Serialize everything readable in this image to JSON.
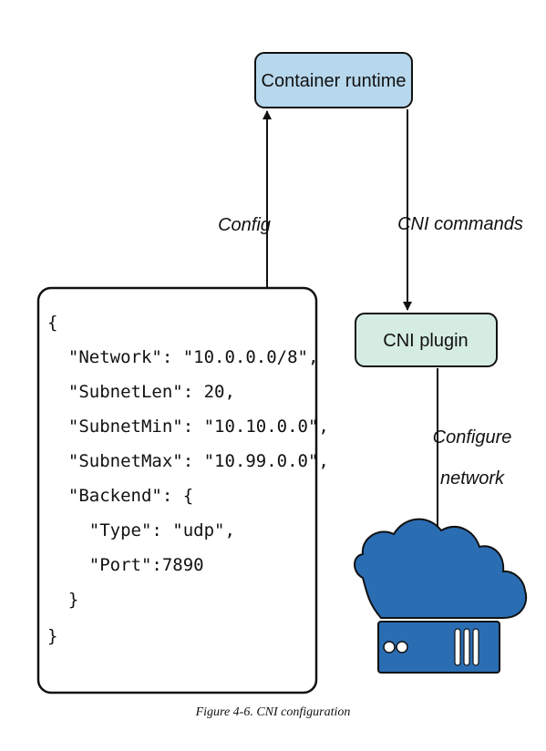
{
  "nodes": {
    "container_runtime": {
      "label": "Container runtime",
      "fill": "#b7d7ec"
    },
    "cni_plugin": {
      "label": "CNI plugin",
      "fill": "#d5ece2"
    }
  },
  "edges": {
    "config": {
      "label": "Config"
    },
    "cni_commands": {
      "label": "CNI commands"
    },
    "configure_network": {
      "label_line1": "Configure",
      "label_line2": "network"
    }
  },
  "config_box": {
    "lines": [
      "{",
      "  \"Network\": \"10.0.0.0/8\",",
      "  \"SubnetLen\": 20,",
      "  \"SubnetMin\": \"10.10.0.0\",",
      "  \"SubnetMax\": \"10.99.0.0\",",
      "  \"Backend\": {",
      "    \"Type\": \"udp\",",
      "    \"Port\":7890",
      "  }",
      "}"
    ]
  },
  "icons": {
    "network": "cloud-server-icon"
  },
  "colors": {
    "icon_blue": "#2a6db3",
    "stroke": "#111111"
  },
  "caption": "Figure 4-6. CNI configuration"
}
